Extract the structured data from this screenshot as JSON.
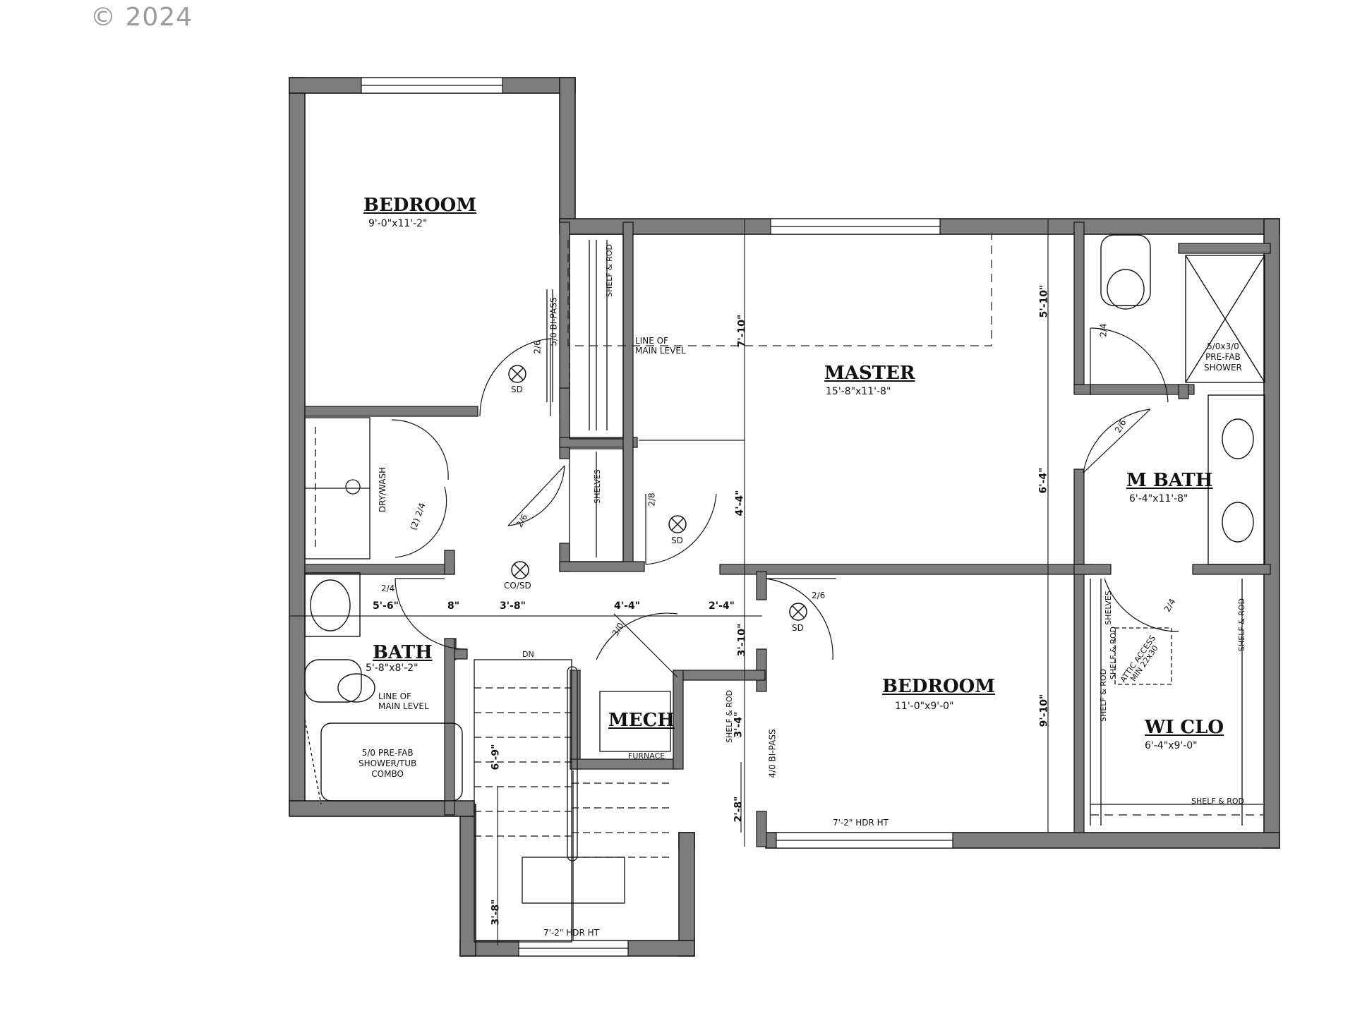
{
  "copyright": "© 2024",
  "rooms": {
    "bedroom_nw": {
      "name": "BEDROOM",
      "size": "9'-0\"x11'-2\""
    },
    "master": {
      "name": "MASTER",
      "size": "15'-8\"x11'-8\""
    },
    "m_bath": {
      "name": "M BATH",
      "size": "6'-4\"x11'-8\""
    },
    "bath": {
      "name": "BATH",
      "size": "5'-8\"x8'-2\""
    },
    "mech": {
      "name": "MECH",
      "sub": "FURNACE"
    },
    "bedroom_se": {
      "name": "BEDROOM",
      "size": "11'-0\"x9'-0\""
    },
    "wi_clo": {
      "name": "WI CLO",
      "size": "6'-4\"x9'-0\""
    }
  },
  "fixtures": {
    "shower": "5/0x3/0\nPRE-FAB\nSHOWER",
    "tub": "5/0 PRE-FAB\nSHOWER/TUB\nCOMBO",
    "dry_wash": "DRY/WASH",
    "line_main_1": "LINE OF\nMAIN LEVEL",
    "line_main_2": "LINE OF\nMAIN LEVEL",
    "shelf_rod_1": "SHELF & ROD",
    "shelf_rod_2": "SHELF & ROD",
    "shelf_rod_3": "SHELF & ROD",
    "shelf_rod_4": "SHELF & ROD",
    "shelf_rod_5": "SHELF & ROD",
    "shelf_rod_6": "SHELF & ROD",
    "shelves_1": "SHELVES",
    "shelves_2": "SHELVES",
    "attic_access": "ATTIC ACCESS\nMIN 22x30",
    "down": "DN"
  },
  "detectors": {
    "sd": "SD",
    "co_sd": "CO/SD"
  },
  "doors": {
    "bipass_1": "5/0 BI-PASS",
    "bipass_2": "4/0 BI-PASS",
    "d_2_6a": "2/6",
    "d_2_6b": "2/6",
    "d_2_6c": "2/6",
    "d_2_6d": "2/6",
    "d_2_8": "2/8",
    "d_2_4a": "2/4",
    "d_2_4b": "2/4",
    "d_2_4c": "2/4",
    "d_2_4_pair": "(2) 2/4",
    "d_3_0": "3/0"
  },
  "dimensions": {
    "d1": "5'-6\"",
    "d2": "8\"",
    "d3": "3'-8\"",
    "d4": "4'-4\"",
    "d5": "2'-4\"",
    "v_7_10": "7'-10\"",
    "v_5_10": "5'-10\"",
    "v_4_4": "4'-4\"",
    "v_6_4": "6'-4\"",
    "v_3_10": "3'-10\"",
    "v_9_10": "9'-10\"",
    "v_6_9": "6'-9\"",
    "v_3_4": "3'-4\"",
    "v_2_8": "2'-8\"",
    "v_3_8": "3'-8\"",
    "hdr_1": "7'-2\" HDR HT",
    "hdr_2": "7'-2\" HDR HT"
  }
}
